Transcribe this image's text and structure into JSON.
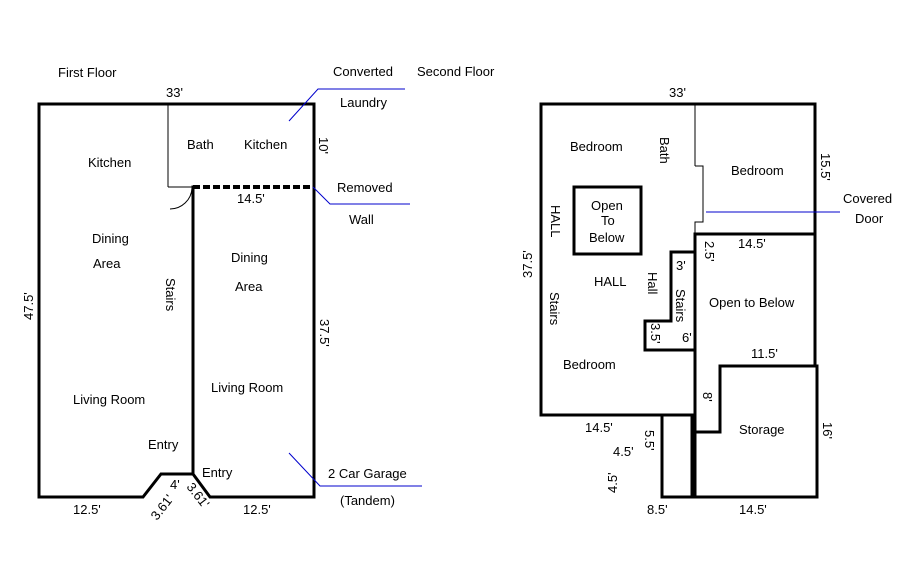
{
  "first_floor": {
    "title": "First Floor",
    "rooms": {
      "kitchen_left": "Kitchen",
      "bath": "Bath",
      "kitchen_right": "Kitchen",
      "dining_left_1": "Dining",
      "dining_left_2": "Area",
      "stairs": "Stairs",
      "dining_right_1": "Dining",
      "dining_right_2": "Area",
      "living_left": "Living Room",
      "living_right": "Living Room",
      "entry_left": "Entry",
      "entry_right": "Entry"
    },
    "dims": {
      "top": "33'",
      "kitchen_height": "10'",
      "removed_wall": "14.5'",
      "left_height": "47.5'",
      "right_height": "37.5'",
      "bottom_left": "12.5'",
      "bottom_right": "12.5'",
      "entry_width": "4'",
      "diag_left": "3.61'",
      "diag_right": "3.61'"
    },
    "callouts": {
      "converted": "Converted",
      "laundry": "Laundry",
      "removed": "Removed",
      "wall": "Wall",
      "garage": "2 Car Garage",
      "tandem": "(Tandem)"
    }
  },
  "second_floor": {
    "title": "Second Floor",
    "rooms": {
      "bedroom_top": "Bedroom",
      "bath": "Bath",
      "bedroom_right": "Bedroom",
      "open_1": "Open",
      "open_2": "To",
      "open_3": "Below",
      "hall_left": "HALL",
      "hall_center": "HALL",
      "hall_vertical": "Hall",
      "stairs_left": "Stairs",
      "stairs_right": "Stairs",
      "open_to_below": "Open to Below",
      "bedroom_bottom": "Bedroom",
      "storage": "Storage"
    },
    "dims": {
      "top": "33'",
      "bedroom_height": "15.5'",
      "mid": "14.5'",
      "step_2_5": "2.5'",
      "step_3": "3'",
      "left_height": "37.5'",
      "step_3_5": "3.5'",
      "step_6": "6'",
      "storage_top": "11.5'",
      "step_8": "8'",
      "storage_height": "16'",
      "bottom_ledge": "14.5'",
      "step_5_5": "5.5'",
      "step_4_5_h": "4.5'",
      "step_4_5_v": "4.5'",
      "bottom_small": "8.5'",
      "bottom_storage": "14.5'"
    },
    "callouts": {
      "covered": "Covered",
      "door": "Door"
    }
  }
}
